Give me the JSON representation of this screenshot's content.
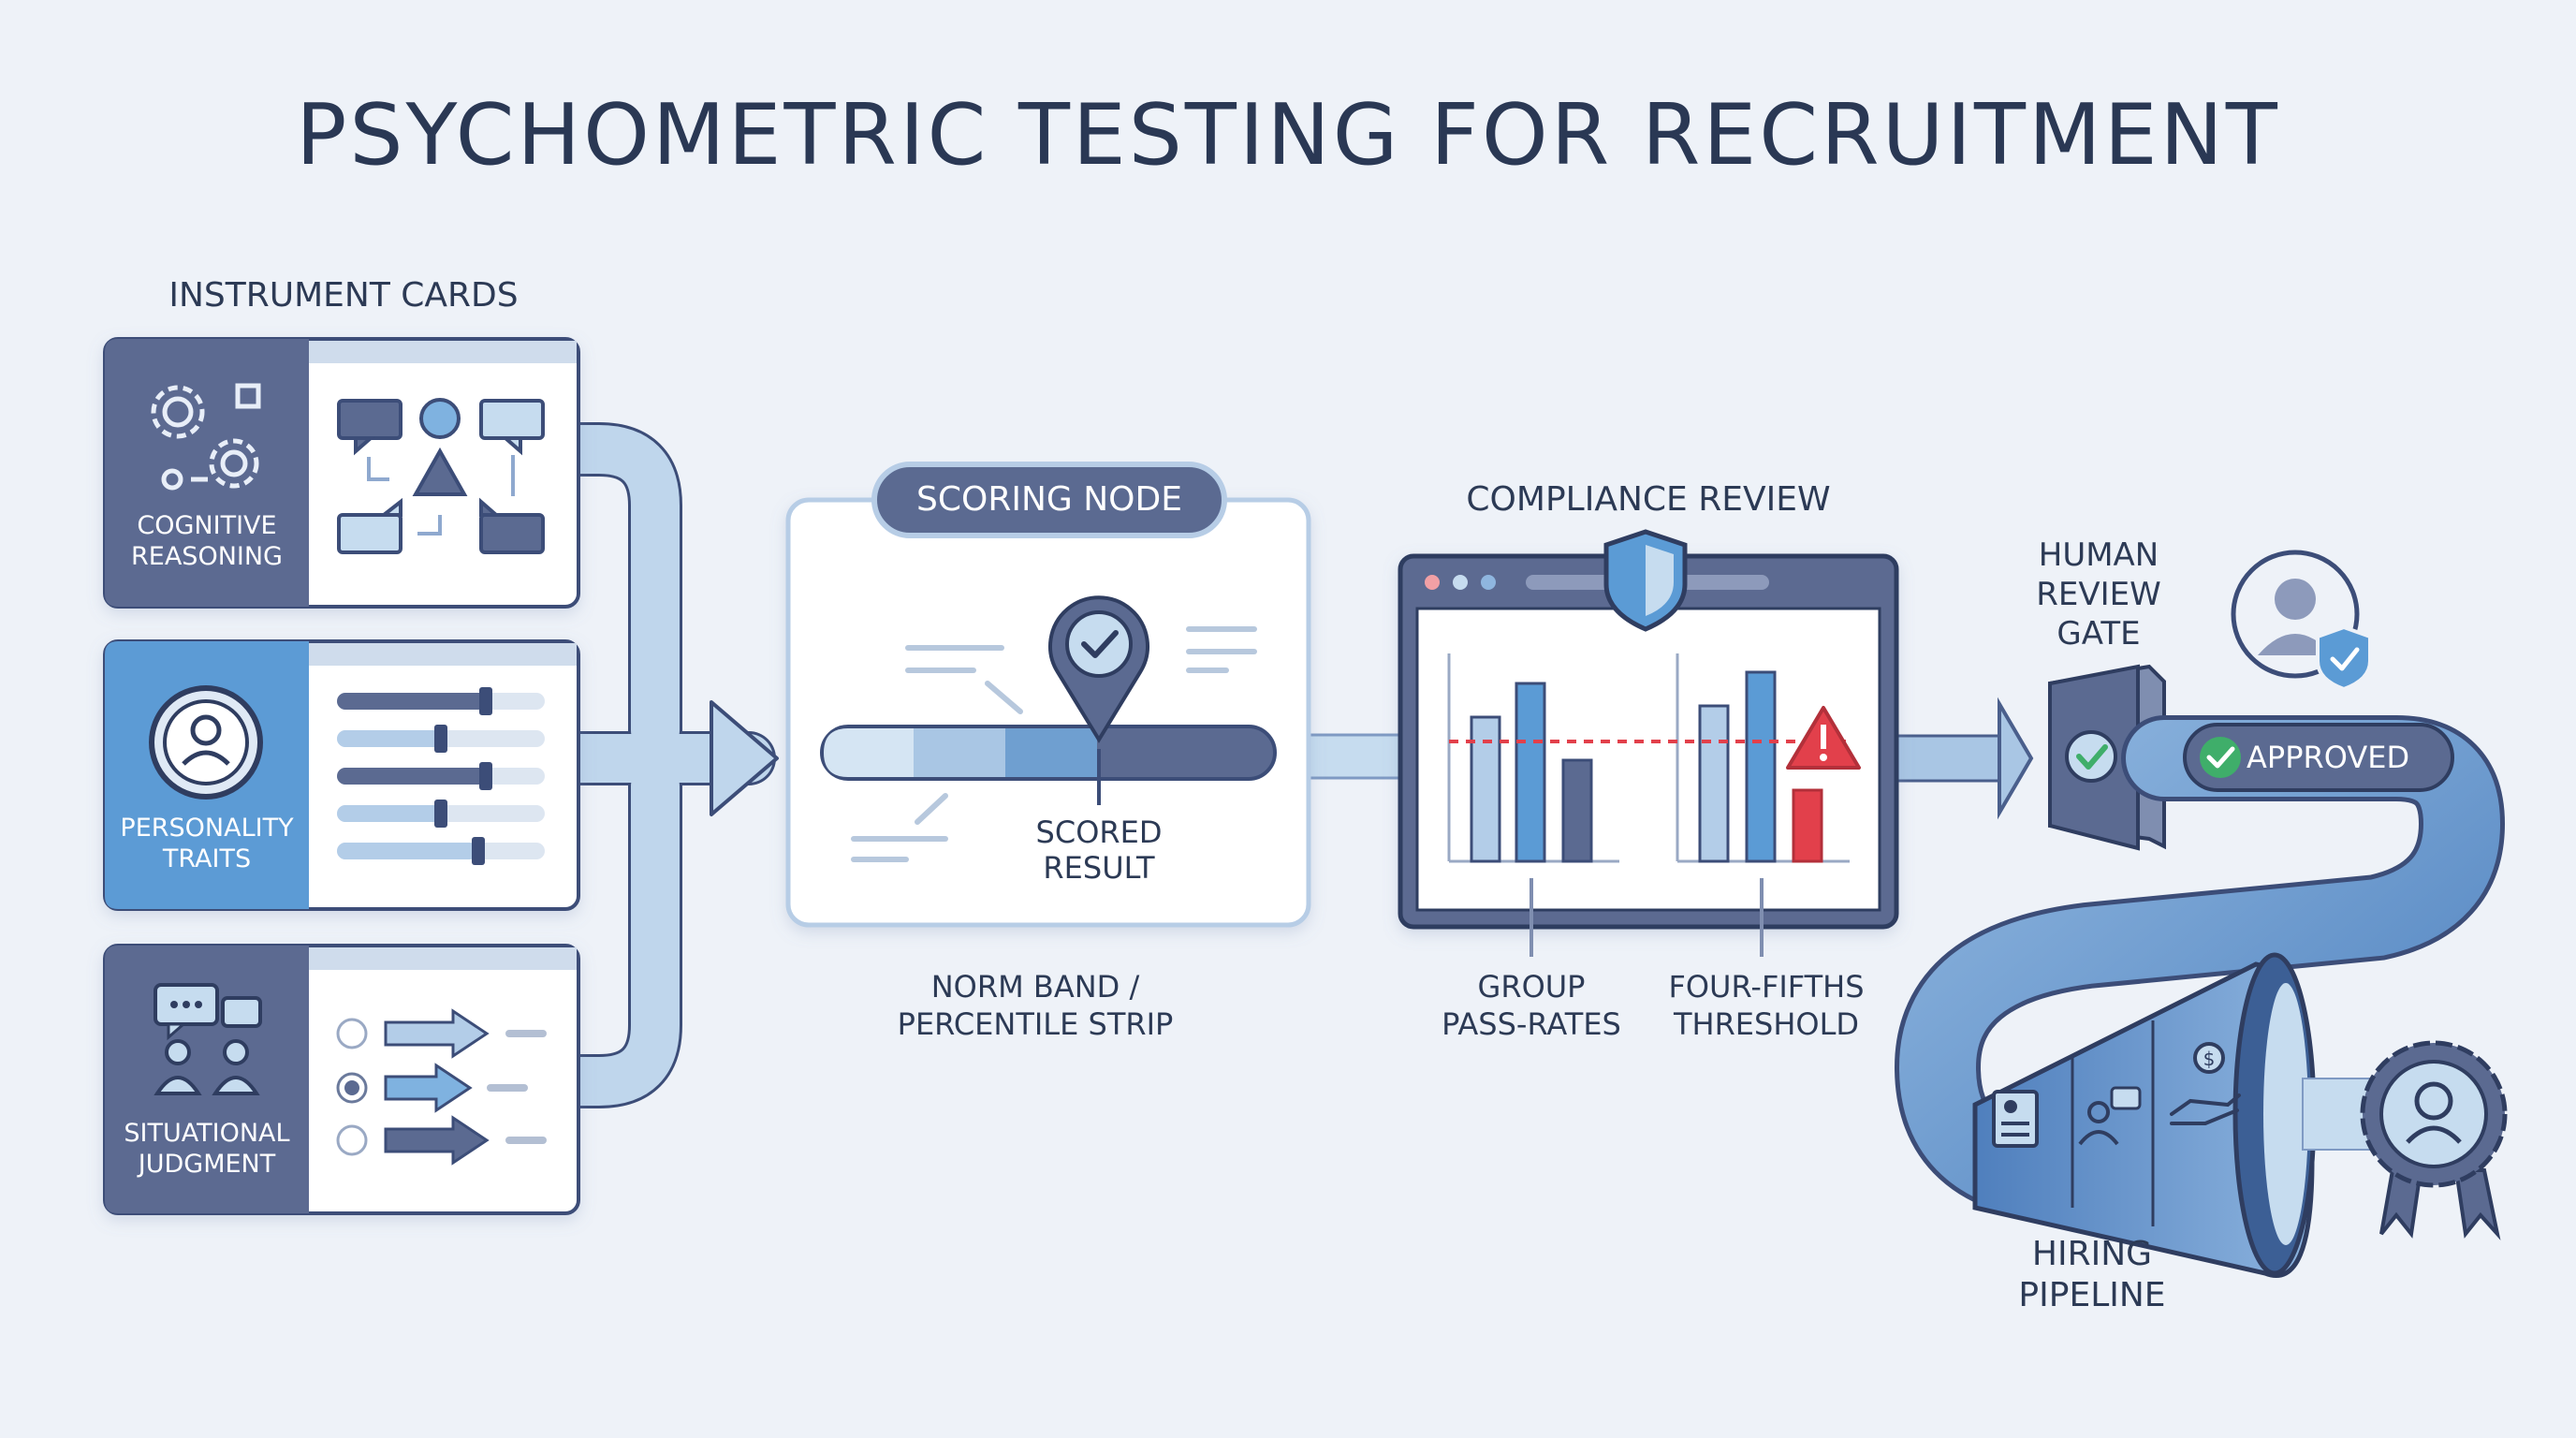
{
  "title": "PSYCHOMETRIC TESTING FOR RECRUITMENT",
  "instruments": {
    "heading": "INSTRUMENT CARDS",
    "cognitive": "COGNITIVE\nREASONING",
    "personality": "PERSONALITY\nTRAITS",
    "situational": "SITUATIONAL\nJUDGMENT"
  },
  "scoring": {
    "badge": "SCORING NODE",
    "result": "SCORED\nRESULT",
    "caption": "NORM BAND /\nPERCENTILE STRIP"
  },
  "compliance": {
    "heading": "COMPLIANCE REVIEW",
    "group": "GROUP\nPASS-RATES",
    "threshold": "FOUR-FIFTHS\nTHRESHOLD"
  },
  "gate": {
    "heading": "HUMAN\nREVIEW\nGATE",
    "approved": "APPROVED"
  },
  "pipeline": {
    "label": "HIRING\nPIPELINE"
  },
  "colors": {
    "navy": "#2a3854",
    "slate": "#5b6a91",
    "blue": "#5b9bd5",
    "light_blue": "#c6dcef",
    "alert": "#e2404b",
    "check": "#3fae6a"
  }
}
